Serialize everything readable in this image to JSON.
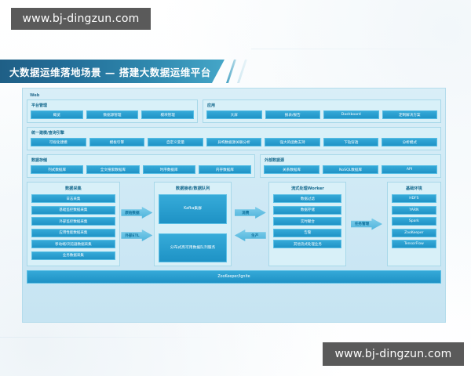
{
  "watermark": {
    "top": "www.bj-dingzun.com",
    "bottom": "www.bj-dingzun.com"
  },
  "banner": {
    "title": "大数据运维落地场景 — 搭建大数据运维平台"
  },
  "diagram": {
    "web_label": "Web",
    "platform_management": {
      "title": "平台管理",
      "buttons": [
        "概览",
        "数据源管理",
        "模块管理"
      ]
    },
    "application": {
      "title": "应用",
      "buttons": [
        "大屏",
        "报表/报告",
        "Dashboard",
        "定制解决方案"
      ]
    },
    "modeling_engine": {
      "title": "统一建模/查询引擎",
      "buttons": [
        "可视化建模",
        "模板引擎",
        "自定义变量",
        "异构数据源关联分析",
        "强大的函数支持",
        "下钻穿透",
        "分析模式"
      ]
    },
    "data_storage": {
      "title": "数据存储",
      "buttons": [
        "列式数据库",
        "全文搜索数据库",
        "时序数据库",
        "内存数据库"
      ]
    },
    "external_source": {
      "title": "外部数据源",
      "buttons": [
        "关系数据库",
        "NoSQL数据库",
        "API"
      ]
    },
    "collection": {
      "title": "数据采集",
      "items": [
        "日志采集",
        "基础监控数据采集",
        "外部监控数据采集",
        "应用性能数据采集",
        "移动端/浏览器数据采集",
        "业务数据采集"
      ]
    },
    "queue": {
      "title": "数据接收/数据队列",
      "blocks": [
        "Kafka集群",
        "分布式高可用数据队列服务"
      ]
    },
    "stream": {
      "title": "流式处理Worker",
      "items": [
        "数据过滤",
        "数据存储",
        "实时聚合",
        "告警",
        "其他流式处理业务"
      ]
    },
    "infrastructure": {
      "title": "基础环境",
      "items": [
        "HDFS",
        "YARN",
        "Spark",
        "ZooKeeper",
        "TensorFlow"
      ]
    },
    "arrows": {
      "raw_data": "原始数据",
      "external_etl": "外部ETL",
      "consume": "消费",
      "produce": "生产",
      "task_management": "任务管理"
    },
    "bottom_bar": "ZooKeeper/Ignite"
  },
  "colors": {
    "accent": "#1f93c6",
    "banner_dark": "#1f5f86",
    "panel_bg": "#d8f0f8",
    "diagram_bg": "#cfe9f5",
    "watermark_bg": "#5a5a5a"
  }
}
